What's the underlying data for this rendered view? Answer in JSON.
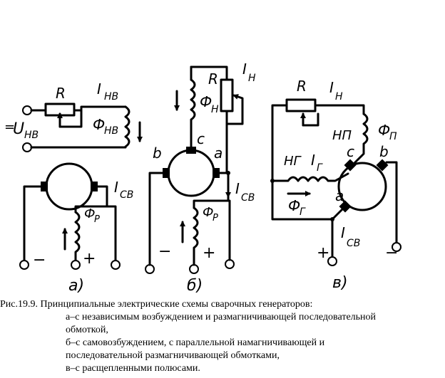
{
  "labels": {
    "a_R": "R",
    "a_Inv": "I",
    "a_Inv_sub": "НВ",
    "a_minus_eq": "=",
    "a_Unv": "U",
    "a_Unv_sub": "НВ",
    "a_Phinv": "Ф",
    "a_Phinv_sub": "НВ",
    "a_Icv": "I",
    "a_Icv_sub": "СВ",
    "a_Phir": "Ф",
    "a_Phir_sub": "Р",
    "a_minus": "−",
    "a_plus": "+",
    "a_tag": "а)",
    "b_R": "R",
    "b_In": "I",
    "b_In_sub": "Н",
    "b_Phin": "Ф",
    "b_Phin_sub": "Н",
    "b_c": "c",
    "b_b": "b",
    "b_a": "a",
    "b_Icv": "I",
    "b_Icv_sub": "СВ",
    "b_Phir": "Ф",
    "b_Phir_sub": "Р",
    "b_minus": "−",
    "b_plus": "+",
    "b_tag": "б)",
    "v_R": "R",
    "v_In": "I",
    "v_In_sub": "Н",
    "v_NP": "НП",
    "v_Phip": "Ф",
    "v_Phip_sub": "П",
    "v_NG": "НГ",
    "v_Ig": "I",
    "v_Ig_sub": "Г",
    "v_c": "c",
    "v_b": "b",
    "v_Phig": "Ф",
    "v_Phig_sub": "Г",
    "v_a": "a",
    "v_Icv": "I",
    "v_Icv_sub": "СВ",
    "v_plus": "+",
    "v_minus": "−",
    "v_tag": "в)"
  },
  "caption": {
    "line1": "Рис.19.9. Принципиальные электрические схемы сварочных генераторов:",
    "line2": "а–с независимым возбуждением и размагничивающей последовательной",
    "line3": "обмоткой,",
    "line4": " б–с самовозбуждением, с параллельной намагничивающей и",
    "line5": "последовательной размагничивающей обмотками,",
    "line6": " в–с расщепленными полюсами."
  }
}
